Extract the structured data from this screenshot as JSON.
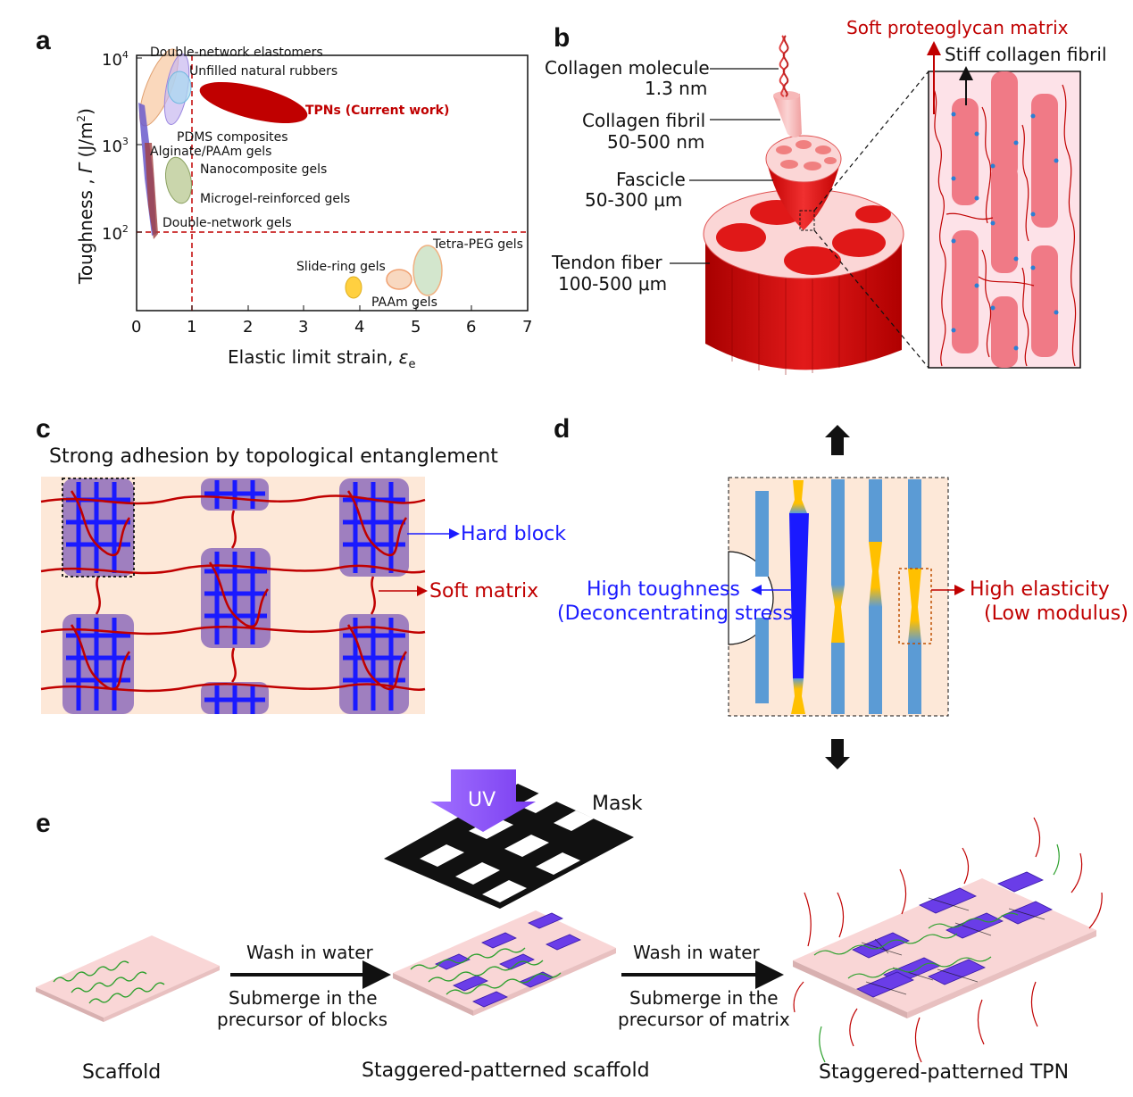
{
  "panels": {
    "a": "a",
    "b": "b",
    "c": "c",
    "d": "d",
    "e": "e"
  },
  "panel_a": {
    "ylabel_main": "Toughness , ",
    "ylabel_sym": "Γ",
    "ylabel_unit": " (J/m",
    "ylabel_sup": "2",
    "ylabel_close": ")",
    "xlabel_main": "Elastic limit strain, ",
    "xlabel_sym": "ε",
    "xlabel_sub": "e",
    "x_ticks": [
      "0",
      "1",
      "2",
      "3",
      "4",
      "5",
      "6",
      "7"
    ],
    "y_tick_base": "10",
    "y_tick_exps": [
      "2",
      "3",
      "4"
    ],
    "materials": {
      "dn_elastomers": "Double-network elastomers",
      "natural_rubbers": "Unfilled natural rubbers",
      "tpns": "TPNs (Current work)",
      "pdms": "PDMS composites",
      "alginate": "Alginate/PAAm gels",
      "nanocomposite": "Nanocomposite gels",
      "microgel": "Microgel-reinforced gels",
      "dn_gels": "Double-network gels",
      "tetra_peg": "Tetra-PEG gels",
      "slide_ring": "Slide-ring gels",
      "paam": "PAAm gels"
    }
  },
  "panel_b": {
    "collagen_molecule": "Collagen molecule",
    "collagen_molecule_size": "1.3 nm",
    "collagen_fibril": "Collagen fibril",
    "collagen_fibril_size": "50-500 nm",
    "fascicle": "Fascicle",
    "fascicle_size": "50-300 μm",
    "tendon_fiber": "Tendon fiber",
    "tendon_fiber_size": "100-500 μm",
    "soft_matrix": "Soft proteoglycan matrix",
    "stiff_fibril": "Stiff collagen fibril"
  },
  "panel_c": {
    "title": "Strong adhesion by topological entanglement",
    "hard_block": "Hard block",
    "soft_matrix": "Soft matrix"
  },
  "panel_d": {
    "high_toughness": "High toughness",
    "deconcentrating": "(Deconcentrating stress)",
    "high_elasticity": "High elasticity",
    "low_modulus": "(Low modulus)"
  },
  "panel_e": {
    "uv": "UV",
    "mask": "Mask",
    "wash1": "Wash in water",
    "submerge1_a": "Submerge in the",
    "submerge1_b": "precursor of blocks",
    "wash2": "Wash in water",
    "submerge2_a": "Submerge in the",
    "submerge2_b": "precursor of matrix",
    "scaffold": "Scaffold",
    "staggered_scaffold": "Staggered-patterned scaffold",
    "staggered_tpn": "Staggered-patterned TPN"
  },
  "colors": {
    "dark_red": "#c00000",
    "blue": "#1a1aff",
    "peach": "#fde8d8",
    "pink": "#f9d6d6",
    "purple": "#9966ff",
    "steel_blue": "#5b9bd5",
    "gold": "#ffc000"
  }
}
